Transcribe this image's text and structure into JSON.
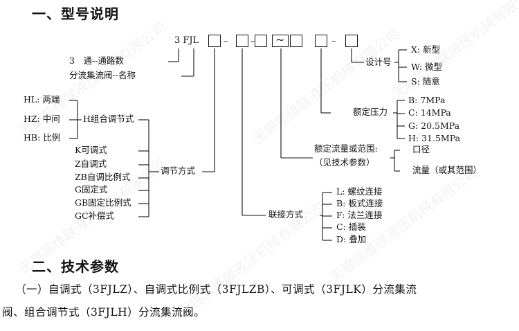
{
  "watermark": "无锡凯维联液压机械有限公司",
  "section1": {
    "title": "一、型号说明"
  },
  "model": {
    "prefix": "3 FJL",
    "tilde": "~",
    "dash": "–"
  },
  "left_labels": {
    "channels": "3　通--通路数",
    "name": "分流集流阀--名称"
  },
  "combo": {
    "items": [
      "HL: 两端",
      "HZ: 中间",
      "HB: 比例"
    ],
    "label": "H组合调节式"
  },
  "adjust_types": [
    "K可调式",
    "Z自调式",
    "ZB自调比例式",
    "G固定式",
    "GB固定比例式",
    "GC补偿式"
  ],
  "adjust_label": "调节方式",
  "connection": {
    "label": "联接方式",
    "items": [
      "L: 螺纹连接",
      "B: 板式连接",
      "F: 法兰连接",
      "C: 插装",
      "D: 叠加"
    ]
  },
  "flow": {
    "label1": "额定流量或范围:",
    "label2": "（见技术参数）",
    "items": [
      "口径",
      "流量（或其范围）"
    ]
  },
  "pressure": {
    "label": "额定压力",
    "items": [
      "B: 7MPa",
      "C: 14MPa",
      "G: 20.5MPa",
      "H: 31.5MPa"
    ]
  },
  "design": {
    "label": "设计号",
    "items": [
      "X: 新型",
      "W: 微型",
      "S: 随意"
    ]
  },
  "section2": {
    "title": "二、技术参数",
    "para_line1": "（一）自调式（3FJLZ）、自调式比例式（3FJLZB）、可调式（3FJLK）分流集流",
    "para_line2": "阀、组合调节式（3FJLH）分流集流阀。"
  }
}
